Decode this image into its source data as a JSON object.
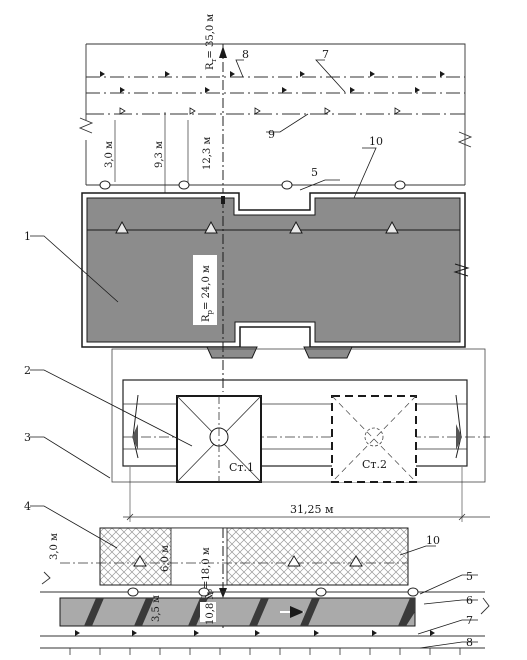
{
  "callouts": [
    "1",
    "2",
    "3",
    "4",
    "5",
    "6",
    "7",
    "8",
    "9",
    "10"
  ],
  "top_scheme": {
    "labels": {
      "r_top": "R",
      "r_top_sub": "т",
      "r_top_val": "= 35,0 м",
      "r_work": "R",
      "r_work_sub": "р",
      "r_work_val": "= 24,0 м"
    },
    "dims": [
      "3,0 м",
      "9,3 м",
      "12,3 м"
    ]
  },
  "crane_plan": {
    "station_1": "Ст.1",
    "station_2": "Ст.2",
    "span": "31,25 м"
  },
  "bottom_scheme": {
    "dims": [
      "3,0 м",
      "6,0 м",
      "3,5 м",
      "10,8 м"
    ],
    "radius": {
      "r": "R",
      "r_sub": "р",
      "r_val": "=18,0 м"
    }
  },
  "colors": {
    "building": "#8c8c8c",
    "stripe": "#3a3a3a",
    "line": "#1a1a1a",
    "hatch": "#9a9a9a"
  }
}
